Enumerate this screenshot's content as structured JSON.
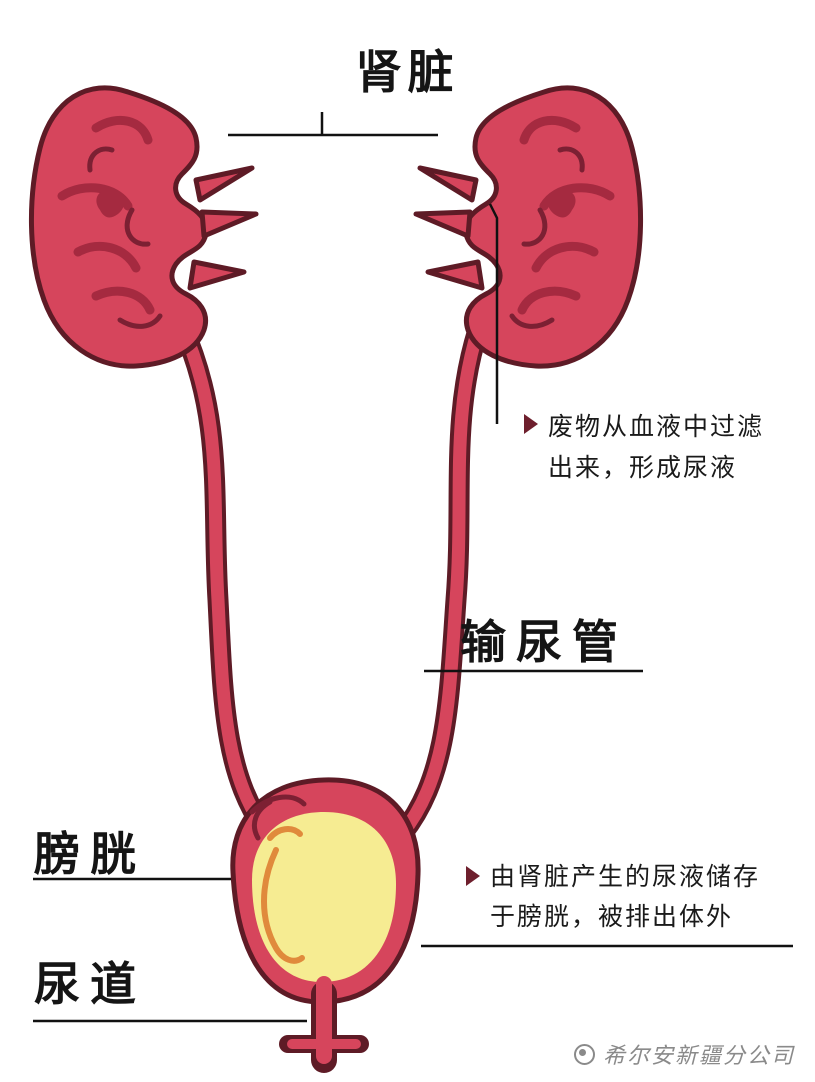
{
  "labels": {
    "kidney": "肾脏",
    "ureter": "输尿管",
    "bladder": "膀胱",
    "urethra": "尿道"
  },
  "annotations": {
    "kidney_note_line1": "废物从血液中过滤",
    "kidney_note_line2": "出来，形成尿液",
    "bladder_note_line1": "由肾脏产生的尿液储存",
    "bladder_note_line2": "于膀胱，被排出体外"
  },
  "watermark": {
    "text": "希尔安新疆分公司"
  },
  "colors": {
    "organ_fill": "#d6455c",
    "organ_outline": "#5e1b26",
    "organ_detail": "#a52a40",
    "organ_detail_dark": "#7c2033",
    "bladder_interior": "#f6ec92",
    "bladder_squiggle": "#e08a3c",
    "arrow": "#6e1f2d",
    "line": "#111111",
    "watermark": "#8a8a8a"
  }
}
